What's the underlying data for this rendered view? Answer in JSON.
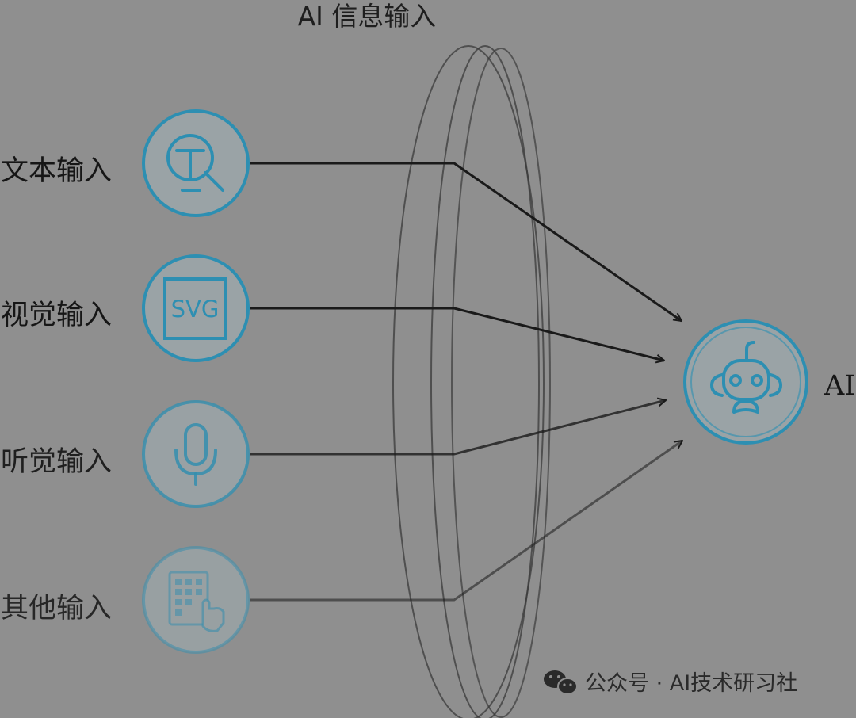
{
  "title": "AI 信息输入",
  "inputs": [
    {
      "label": "文本输入",
      "icon": "text-search-icon",
      "opacity": 1.0
    },
    {
      "label": "视觉输入",
      "icon": "svg-image-icon",
      "glyph": "SVG",
      "opacity": 1.0
    },
    {
      "label": "听觉输入",
      "icon": "microphone-icon",
      "opacity": 0.85
    },
    {
      "label": "其他输入",
      "icon": "touch-keypad-icon",
      "opacity": 0.6
    }
  ],
  "target": {
    "label": "AI",
    "icon": "robot-icon"
  },
  "watermark": {
    "text": "公众号 · AI技术研习社",
    "icon": "wechat-icon"
  },
  "colors": {
    "background": "#8f8f8f",
    "accent": "#2d8fb2",
    "icon_fill": "#9aa3a6",
    "line": "#1a1a1a",
    "lens": "#3a3a3a"
  }
}
